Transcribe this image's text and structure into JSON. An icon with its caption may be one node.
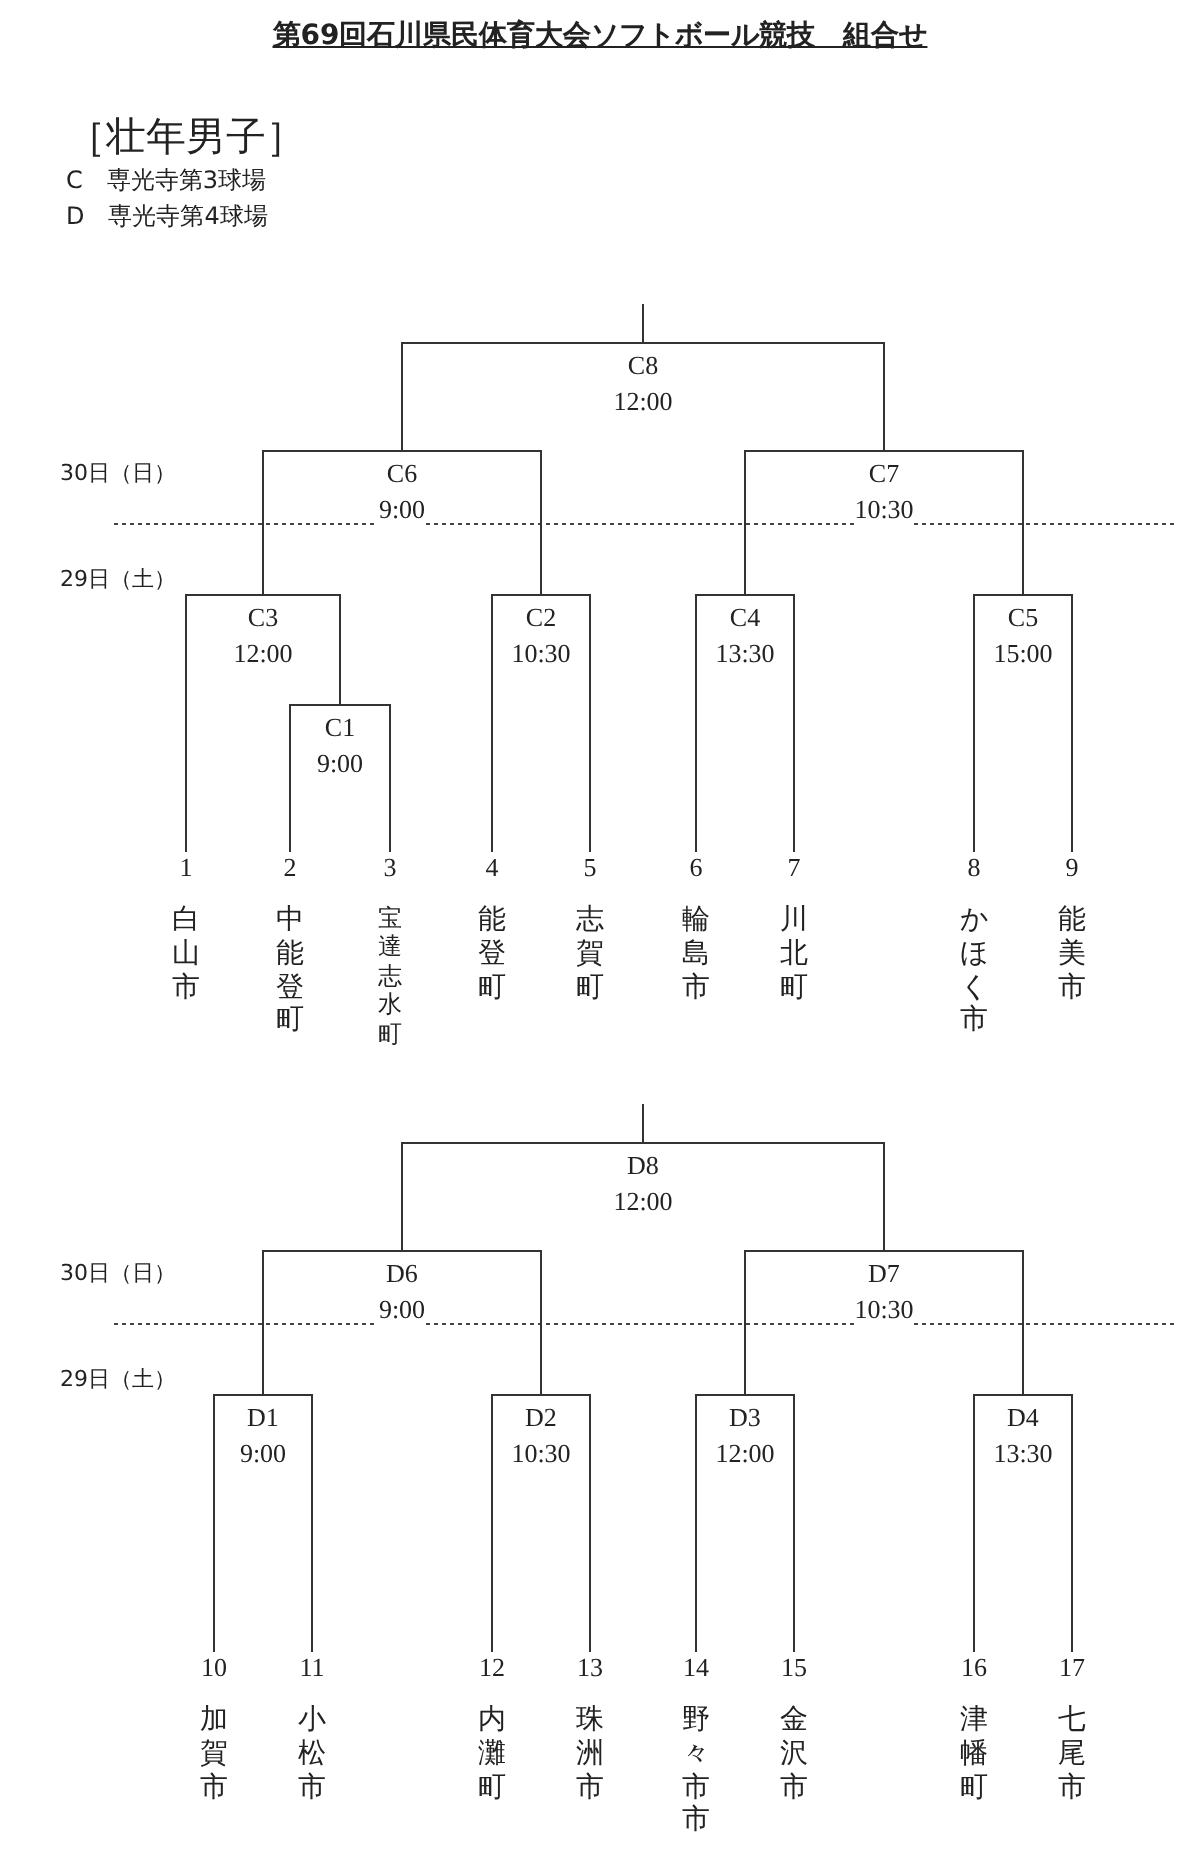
{
  "diagram": {
    "title": "第69回石川県民体育大会ソフトボール競技　組合せ",
    "nodes": [
      {
        "text": [
          "C8",
          "12:00"
        ]
      },
      {
        "text": [
          "C6",
          "9:00"
        ]
      },
      {
        "text": [
          "C7",
          "10:30"
        ]
      },
      {
        "text": [
          "C3",
          "12:00"
        ]
      },
      {
        "text": [
          "C2",
          "10:30"
        ]
      },
      {
        "text": [
          "C4",
          "13:30"
        ]
      },
      {
        "text": [
          "C5",
          "15:00"
        ]
      },
      {
        "text": [
          "C1",
          "9:00"
        ]
      },
      {
        "text": [
          "1",
          "白山市"
        ]
      },
      {
        "text": [
          "2",
          "中能登町"
        ]
      },
      {
        "text": [
          "3",
          "宝達志水町"
        ]
      },
      {
        "text": [
          "4",
          "能登町"
        ]
      },
      {
        "text": [
          "5",
          "志賀町"
        ]
      },
      {
        "text": [
          "6",
          "輪島市"
        ]
      },
      {
        "text": [
          "7",
          "川北町"
        ]
      },
      {
        "text": [
          "8",
          "かほく市"
        ]
      },
      {
        "text": [
          "9",
          "能美市"
        ]
      },
      {
        "text": [
          "D8",
          "12:00"
        ]
      },
      {
        "text": [
          "D6",
          "9:00"
        ]
      },
      {
        "text": [
          "D7",
          "10:30"
        ]
      },
      {
        "text": [
          "D1",
          "9:00"
        ]
      },
      {
        "text": [
          "D2",
          "10:30"
        ]
      },
      {
        "text": [
          "D3",
          "12:00"
        ]
      },
      {
        "text": [
          "D4",
          "13:30"
        ]
      },
      {
        "text": [
          "10",
          "加賀市"
        ]
      },
      {
        "text": [
          "11",
          "小松市"
        ]
      },
      {
        "text": [
          "12",
          "内灘町"
        ]
      },
      {
        "text": [
          "13",
          "珠洲市"
        ]
      },
      {
        "text": [
          "14",
          "野々市市"
        ]
      },
      {
        "text": [
          "15",
          "金沢市"
        ]
      },
      {
        "text": [
          "16",
          "津幡町"
        ]
      },
      {
        "text": [
          "17",
          "七尾市"
        ]
      }
    ],
    "edges": [
      {
        "from": 1,
        "to": 0,
        "arrow": "none"
      },
      {
        "from": 2,
        "to": 0,
        "arrow": "none"
      },
      {
        "from": 3,
        "to": 1,
        "arrow": "none"
      },
      {
        "from": 4,
        "to": 1,
        "arrow": "none"
      },
      {
        "from": 5,
        "to": 2,
        "arrow": "none"
      },
      {
        "from": 6,
        "to": 2,
        "arrow": "none"
      },
      {
        "from": 8,
        "to": 3,
        "arrow": "none"
      },
      {
        "from": 7,
        "to": 3,
        "arrow": "none"
      },
      {
        "from": 9,
        "to": 7,
        "arrow": "none"
      },
      {
        "from": 10,
        "to": 7,
        "arrow": "none"
      },
      {
        "from": 11,
        "to": 4,
        "arrow": "none"
      },
      {
        "from": 12,
        "to": 4,
        "arrow": "none"
      },
      {
        "from": 13,
        "to": 5,
        "arrow": "none"
      },
      {
        "from": 14,
        "to": 5,
        "arrow": "none"
      },
      {
        "from": 15,
        "to": 6,
        "arrow": "none"
      },
      {
        "from": 16,
        "to": 6,
        "arrow": "none"
      },
      {
        "from": 0,
        "to": null,
        "arrow": "none"
      },
      {
        "from": 18,
        "to": 17,
        "arrow": "none"
      },
      {
        "from": 19,
        "to": 17,
        "arrow": "none"
      },
      {
        "from": 20,
        "to": 18,
        "arrow": "none"
      },
      {
        "from": 21,
        "to": 18,
        "arrow": "none"
      },
      {
        "from": 22,
        "to": 19,
        "arrow": "none"
      },
      {
        "from": 23,
        "to": 19,
        "arrow": "none"
      },
      {
        "from": 24,
        "to": 20,
        "arrow": "none"
      },
      {
        "from": 25,
        "to": 20,
        "arrow": "none"
      },
      {
        "from": 26,
        "to": 21,
        "arrow": "none"
      },
      {
        "from": 27,
        "to": 21,
        "arrow": "none"
      },
      {
        "from": 28,
        "to": 22,
        "arrow": "none"
      },
      {
        "from": 29,
        "to": 22,
        "arrow": "none"
      },
      {
        "from": 30,
        "to": 23,
        "arrow": "none"
      },
      {
        "from": 31,
        "to": 23,
        "arrow": "none"
      },
      {
        "from": 17,
        "to": null,
        "arrow": "none"
      }
    ],
    "labels": [
      "［壮年男子］",
      "C　専光寺第3球場",
      "D　専光寺第4球場",
      "30日（日）",
      "29日（土）",
      "30日（日）",
      "29日（土）"
    ]
  }
}
